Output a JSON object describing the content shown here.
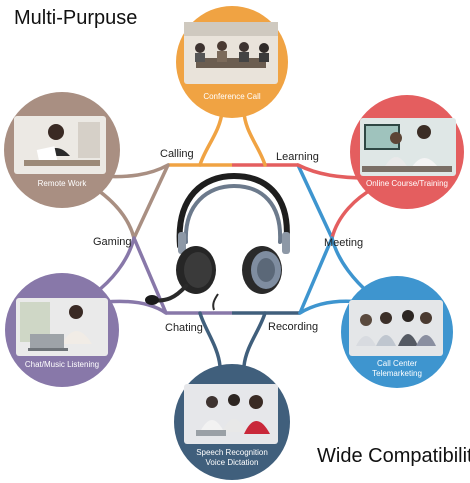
{
  "headings": {
    "multi_purpose": "Multi-Purpuse",
    "wide_compatibility": "Wide Compatibility"
  },
  "features": {
    "calling": "Calling",
    "learning": "Learning",
    "gaming": "Gaming",
    "meeting": "Meeting",
    "chating": "Chating",
    "recording": "Recording"
  },
  "scenes": {
    "conference_call": "Conference Call",
    "remote_work": "Remote Work",
    "online_course": "Online Course/Training",
    "chat_music": "Chat/Music Listening",
    "call_center_1": "Call Center",
    "call_center_2": "Telemarketing",
    "speech_1": "Speech Recognition",
    "speech_2": "Voice Dictation"
  },
  "colors": {
    "orange": "#f0a343",
    "brown": "#a98f82",
    "red": "#e45e5f",
    "purple": "#8878a9",
    "blue": "#3e95cf",
    "navy": "#405f7c"
  }
}
